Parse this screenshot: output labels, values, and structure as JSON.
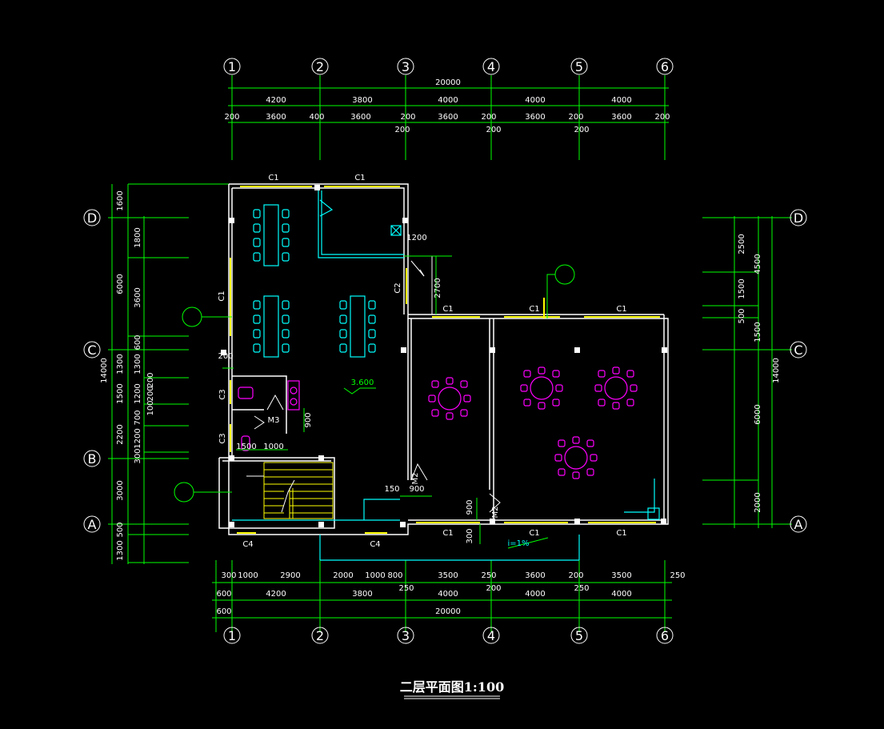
{
  "title": "二层平面图1:100",
  "axes": {
    "columns": [
      "1",
      "2",
      "3",
      "4",
      "5",
      "6"
    ],
    "rows": [
      "D",
      "C",
      "B",
      "A"
    ]
  },
  "dims": {
    "top_total": "20000",
    "top_spans": [
      "4200",
      "3800",
      "4000",
      "4000",
      "4000"
    ],
    "top_detail": [
      "200",
      "3600",
      "400",
      "3600",
      "200",
      "3600",
      "200",
      "3600",
      "200",
      "3600",
      "200"
    ],
    "top_sub": [
      "200",
      "200",
      "200"
    ],
    "bottom_detail": [
      "300",
      "1000",
      "2900",
      "2000",
      "1000",
      "800",
      "3500",
      "250",
      "3600",
      "200",
      "3500",
      "250"
    ],
    "bottom_sub": [
      "250",
      "200",
      "250"
    ],
    "bottom_left": [
      "600",
      "600"
    ],
    "bottom_spans": [
      "4200",
      "3800",
      "4000",
      "4000",
      "4000"
    ],
    "bottom_total": "20000",
    "left_outer": [
      "1600",
      "6000",
      "2200",
      "3000",
      "1300",
      "500"
    ],
    "left_inner": [
      "1800",
      "3600",
      "600",
      "1300",
      "200",
      "1200",
      "100",
      "700",
      "1200",
      "300"
    ],
    "left_extra": [
      "1300",
      "200",
      "1500"
    ],
    "left_total": "14000",
    "right_a": [
      "2500",
      "1500",
      "500",
      "6000",
      "2000"
    ],
    "right_b": [
      "4500",
      "1500"
    ],
    "right_total": "14000"
  },
  "windows": {
    "c1": "C1",
    "c2": "C2",
    "c3": "C3",
    "c4": "C4"
  },
  "doors": {
    "m2": "M2",
    "m3": "M3"
  },
  "notes": {
    "elevation": "3.600",
    "slope": "i=1%",
    "d1200": "1200",
    "d2700": "2700",
    "d200": "200",
    "d1500": "1500",
    "d1000": "1000",
    "d900": "900",
    "d150": "150",
    "d300": "300"
  },
  "colors": {
    "line": "#00ff00",
    "wall": "#ffffff",
    "window": "#ffff00",
    "furniture": "#00ffff",
    "table": "#ff00ff"
  }
}
